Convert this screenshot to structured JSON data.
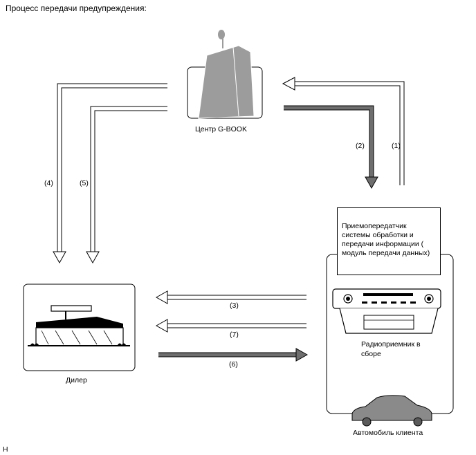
{
  "title": "Процесс передачи предупреждения:",
  "nodes": {
    "center": "Центр G-BOOK",
    "dealer": "Дилер",
    "module": "Приемопередатчик системы обработки и передачи информации ( модуль передачи данных)",
    "radio_line1": "Радиоприемник в",
    "radio_line2": "сборе",
    "car": "Автомобиль клиента"
  },
  "steps": {
    "s1": "(1)",
    "s2": "(2)",
    "s3": "(3)",
    "s4": "(4)",
    "s5": "(5)",
    "s6": "(6)",
    "s7": "(7)"
  },
  "footer": "H",
  "colors": {
    "dark_arrow": "#6e6e6e",
    "building": "#9a9a9a",
    "outline": "#000000"
  }
}
